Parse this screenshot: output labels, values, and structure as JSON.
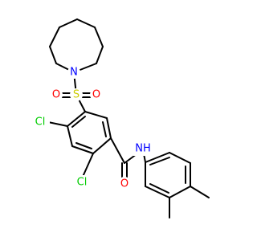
{
  "colors": {
    "background": "#ffffff",
    "bond": "#000000",
    "nitrogen": "#0000ff",
    "oxygen": "#ff0000",
    "sulfur": "#cccc00",
    "chlorine": "#00cc00"
  },
  "atoms": {
    "n_azepane": "N",
    "s_sulfonyl": "S",
    "o_sulfonyl_left": "O",
    "o_sulfonyl_right": "O",
    "cl_4": "Cl",
    "cl_2": "Cl",
    "nh_amide": "NH",
    "o_carbonyl": "O"
  }
}
